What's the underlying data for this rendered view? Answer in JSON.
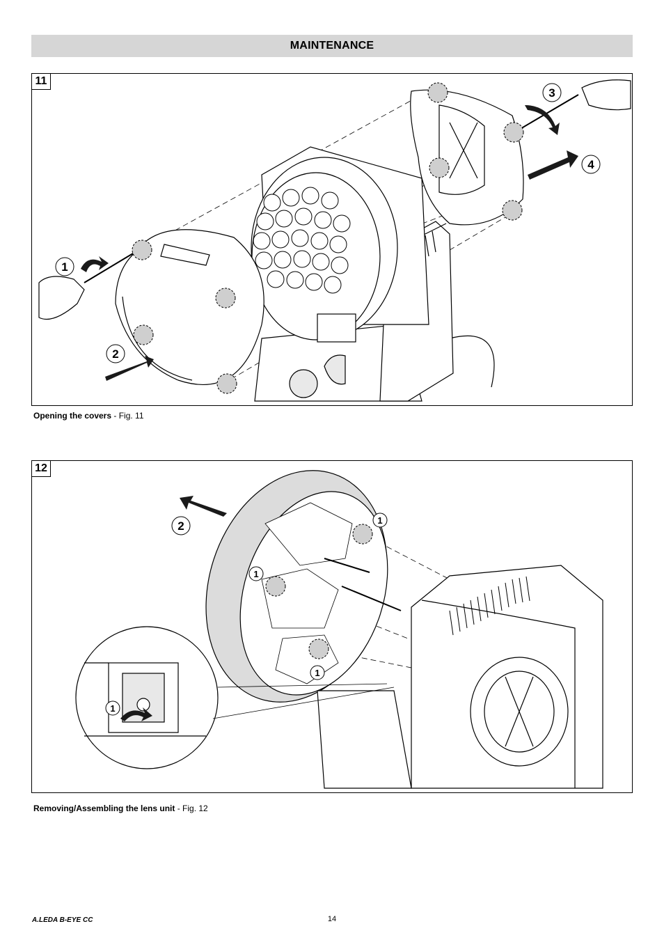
{
  "header": {
    "title": "MAINTENANCE"
  },
  "figures": [
    {
      "number": "11",
      "caption_bold": "Opening the covers",
      "caption_rest": " - Fig. 11",
      "callouts": [
        "1",
        "2",
        "3",
        "4"
      ]
    },
    {
      "number": "12",
      "caption_bold": "Removing/Assembling the lens unit",
      "caption_rest": " - Fig. 12",
      "callouts": [
        "1",
        "1",
        "1",
        "1",
        "2"
      ]
    }
  ],
  "footer": {
    "model": "A.LEDA B-EYE CC",
    "page": "14"
  },
  "colors": {
    "header_bg": "#d6d6d6",
    "grey_fill": "#d9d9d9",
    "line": "#000000"
  }
}
